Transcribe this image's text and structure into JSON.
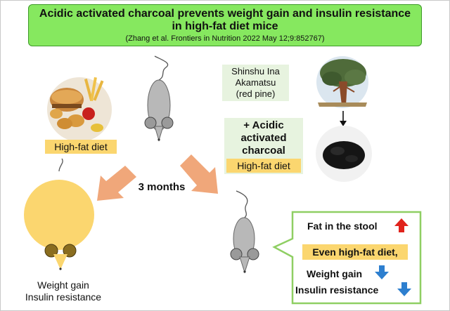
{
  "title": {
    "line1": "Acidic activated charcoal prevents weight gain and insulin resistance",
    "line2": "in high-fat diet mice",
    "citation": "(Zhang et al. Frontiers in Nutrition 2022 May 12;9:852767)"
  },
  "left_group": {
    "diet_label": "High-fat diet"
  },
  "source": {
    "line1": "Shinshu Ina",
    "line2": "Akamatsu",
    "line3": "(red pine)"
  },
  "treatment": {
    "line1": "+ Acidic",
    "line2": "activated",
    "line3": "charcoal",
    "diet_label": "High-fat diet"
  },
  "duration": "3 months",
  "outcome_left": {
    "line1": "Weight gain",
    "line2": "Insulin resistance"
  },
  "callout": {
    "fat_stool": "Fat in the stool",
    "even_diet": "Even high-fat diet,",
    "weight_gain": "Weight gain",
    "insulin_resistance": "Insulin resistance"
  },
  "colors": {
    "title_green": "#86e85f",
    "label_yellow": "#fbd66f",
    "arrow_orange": "#f0a77a",
    "up_red": "#e0231c",
    "down_blue": "#2d7fcf",
    "callout_border": "#8fcf63",
    "mouse_grey": "#aaaaaa",
    "fat_mouse_yellow": "#fbd66f"
  }
}
